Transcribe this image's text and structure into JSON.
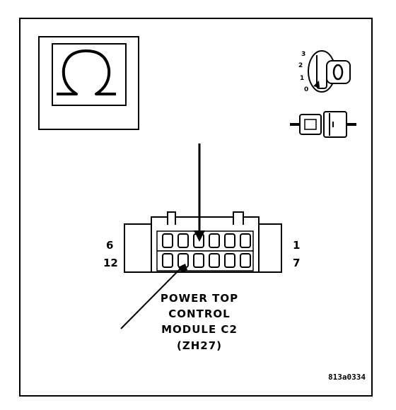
{
  "connector": {
    "title_lines": [
      "POWER TOP",
      "CONTROL",
      "MODULE C2",
      "(ZH27)"
    ],
    "pin_labels": {
      "top_left": "6",
      "top_right": "1",
      "bottom_left": "12",
      "bottom_right": "7"
    }
  },
  "ignition": {
    "positions": [
      "3",
      "2",
      "1",
      "0"
    ]
  },
  "figure_id": "813a0334",
  "icons": {
    "meter": "ohmmeter-icon",
    "key": "ignition-key-off-icon",
    "connector": "disconnected-connector-icon"
  }
}
